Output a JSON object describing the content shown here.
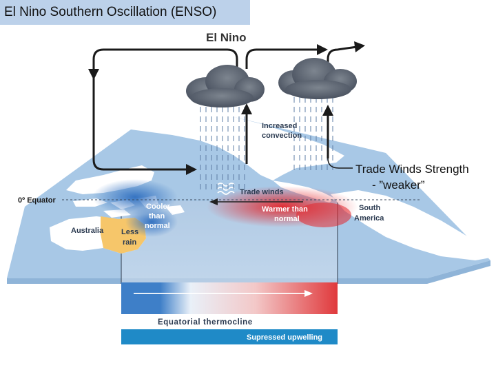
{
  "header": {
    "title": "El Nino Southern Oscillation (ENSO)"
  },
  "diagram": {
    "phase_label": "El Nino",
    "equator_label": "0º Equator",
    "convection_label": [
      "Increased",
      "convection"
    ],
    "trade_winds_label": "Trade winds",
    "cooler_label": [
      "Cooler",
      "than",
      "normal"
    ],
    "warmer_label": [
      "Warmer than",
      "normal"
    ],
    "australia_label": "Australia",
    "less_rain_label": [
      "Less",
      "rain"
    ],
    "south_america_label": [
      "South",
      "America"
    ],
    "thermocline_label": "Equatorial thermocline",
    "upwelling_label": "Supressed upwelling"
  },
  "callout": {
    "line1": "Trade Winds Strength",
    "line2": "- ”weaker”"
  },
  "colors": {
    "ocean": "#a8c8e6",
    "land": "#ffffff",
    "australia": "#f6c66a",
    "warm": "#e0393c",
    "cool": "#3e7fc8",
    "upwelling_bar": "#1f8ac7",
    "title_bg": "#bcd1ea"
  }
}
